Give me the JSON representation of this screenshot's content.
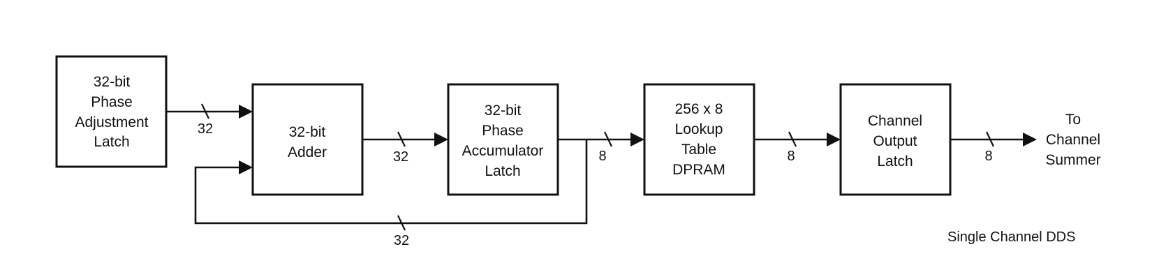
{
  "diagram": {
    "caption": "Single Channel DDS",
    "blocks": [
      {
        "id": "phase-adjustment-latch",
        "lines": [
          "32-bit",
          "Phase",
          "Adjustment",
          "Latch"
        ]
      },
      {
        "id": "adder",
        "lines": [
          "32-bit",
          "Adder"
        ]
      },
      {
        "id": "phase-accumulator-latch",
        "lines": [
          "32-bit",
          "Phase",
          "Accumulator",
          "Latch"
        ]
      },
      {
        "id": "lookup-table",
        "lines": [
          "256 x 8",
          "Lookup",
          "Table",
          "DPRAM"
        ]
      },
      {
        "id": "channel-output-latch",
        "lines": [
          "Channel",
          "Output",
          "Latch"
        ]
      }
    ],
    "output_label": [
      "To",
      "Channel",
      "Summer"
    ],
    "bus_widths": {
      "adjust_to_adder": "32",
      "adder_to_accumulator": "32",
      "accumulator_to_lookup": "8",
      "feedback": "32",
      "lookup_to_output": "8",
      "output_to_summer": "8"
    }
  }
}
